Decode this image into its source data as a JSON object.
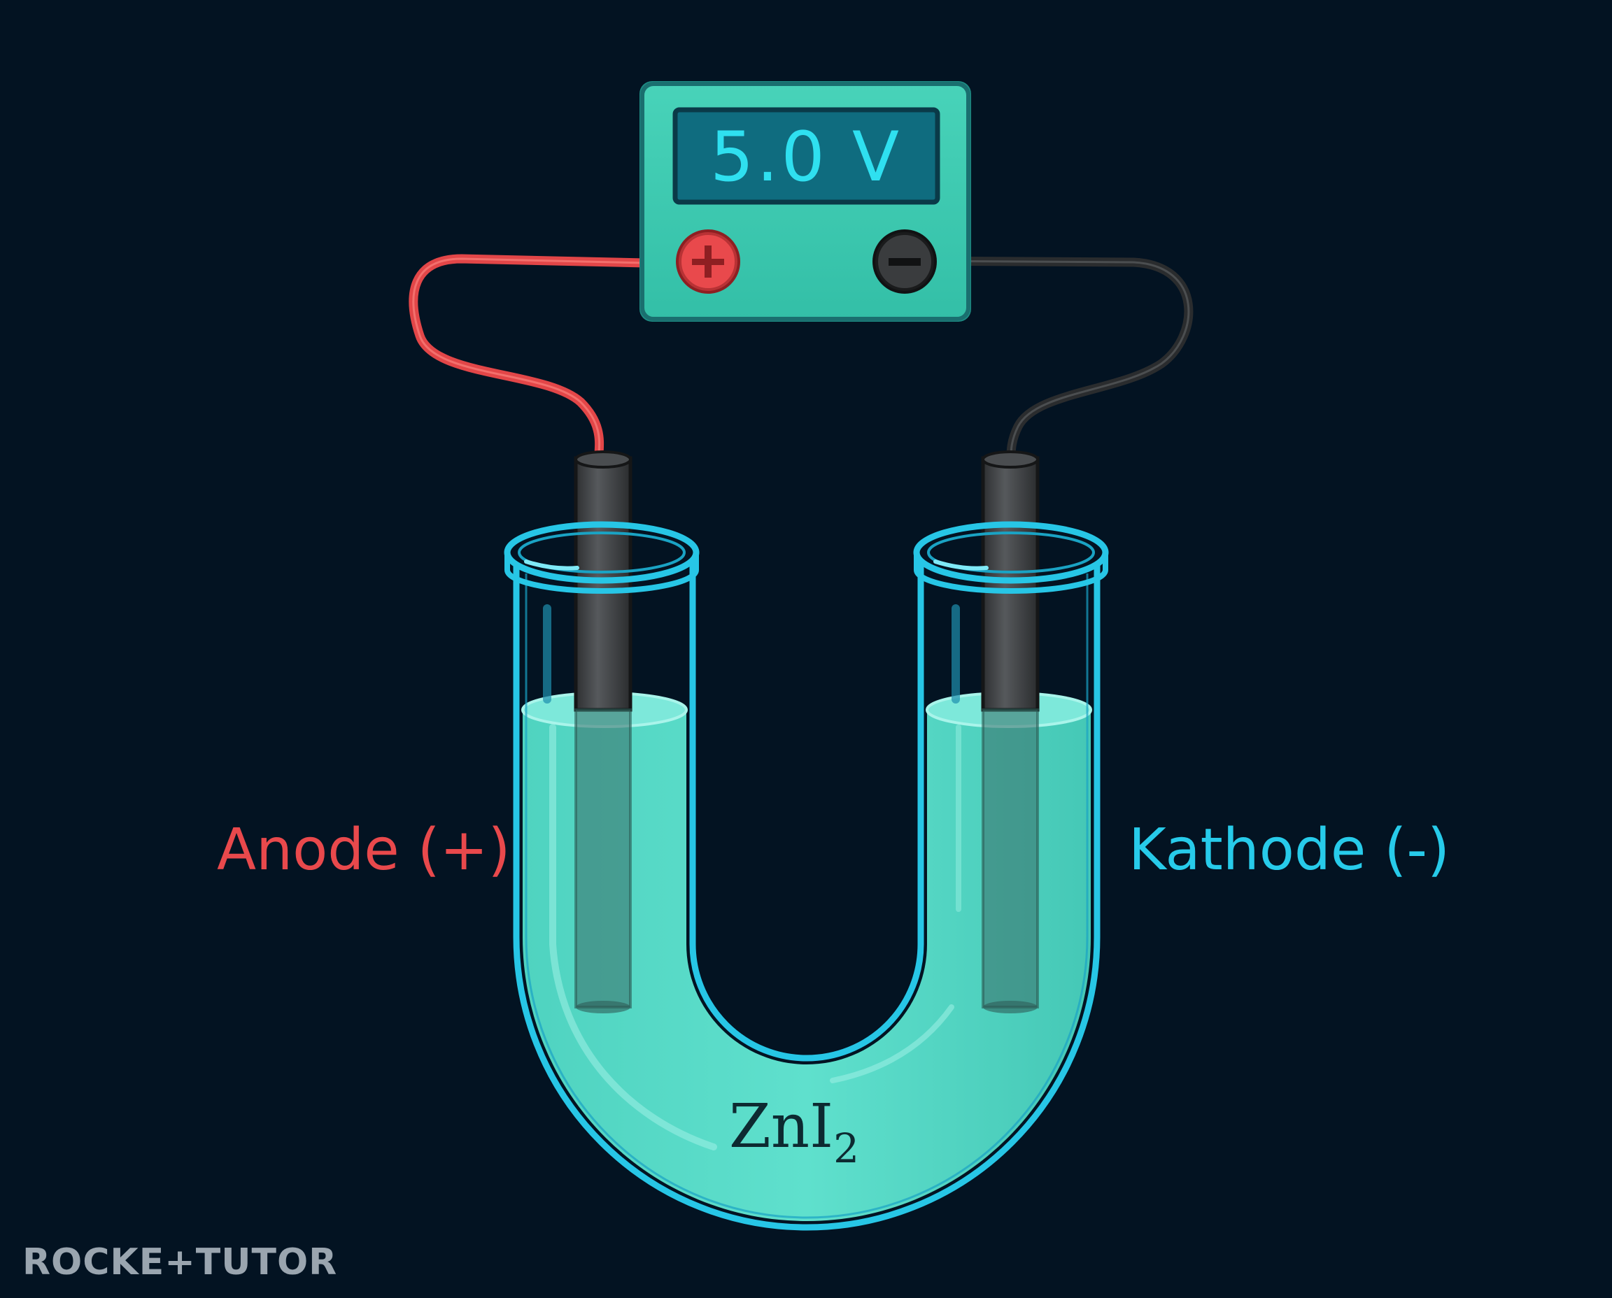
{
  "voltmeter": {
    "reading": "5.0 V",
    "positive_terminal_symbol": "+",
    "negative_terminal_symbol": "−"
  },
  "labels": {
    "anode": "Anode (+)",
    "kathode": "Kathode (-)"
  },
  "electrolyte": {
    "formula_main": "ZnI",
    "formula_subscript": "2"
  },
  "logo": {
    "text": "ROCKE+TUTOR"
  },
  "colors": {
    "background": "#031322",
    "anode_red": "#e9494c",
    "kathode_cyan": "#27cbea",
    "liquid": "#52d6c4",
    "meter_body": "#3cc9b0",
    "meter_display": "#0f6c7f"
  }
}
